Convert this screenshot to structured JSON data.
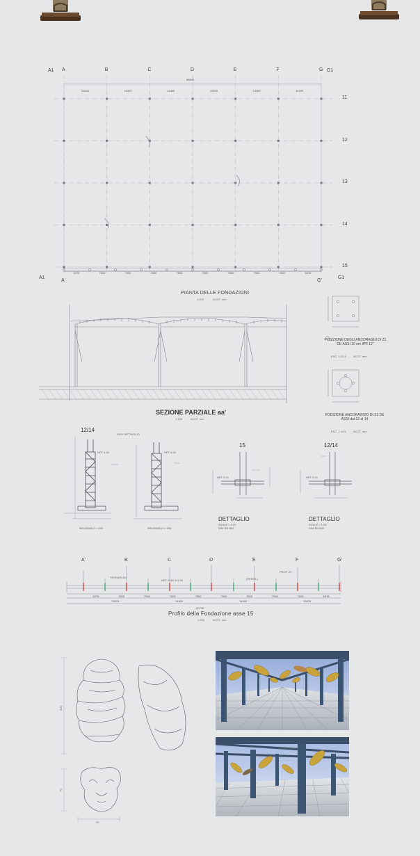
{
  "plan": {
    "title": "PIANTA DELLE FONDAZIONI",
    "scale": "1:200",
    "units": "ACOT. mm",
    "col_labels": [
      "A",
      "B",
      "C",
      "D",
      "E",
      "F",
      "G"
    ],
    "row_labels": [
      "11",
      "12",
      "13",
      "14",
      "15"
    ],
    "corner_tl": "A1",
    "corner_tr": "G1",
    "corner_bl": "A1",
    "corner_br": "G1",
    "bottom_left_axis": "A'",
    "bottom_right_axis": "G'",
    "top_dims": [
      "14400",
      "14400",
      "14400",
      "14400",
      "14400",
      "14400"
    ],
    "bottom_dims": [
      "6978",
      "7500",
      "7500",
      "7500",
      "7500",
      "7500",
      "7500",
      "7500",
      "7500",
      "6978"
    ],
    "overall_dim": "88600"
  },
  "section": {
    "title": "SEZIONE PARZIALE aa'",
    "scale": "1:100",
    "units": "ACOT. mm"
  },
  "anchor1": {
    "caption": "POSIZIONE DEGLI ANCORAGGI DI Z1 DE ASSI 10 em IPR 12\"",
    "scale": "ESC. 1:12.5",
    "units": "ACOT. mm"
  },
  "anchor2": {
    "caption": "PODIZIONE ANCORAGGIO DI Z1 DE ASSI dal 12 al 14",
    "scale": "ESC. 1:12.5",
    "units": "ACOT. mm"
  },
  "details": {
    "label_a": "12/14",
    "label_b": "15",
    "label_c": "12/14",
    "rebar_a": "5Ø\\u00d812 L=206",
    "rebar_b": "5Ø\\u00d812 L=206",
    "note": "VEDI DETTAGLIO",
    "dettaglio_1": "DETTAGLIO",
    "dettaglio_2": "DETTAGLIO",
    "det_scale_1": "SCALE = 1:25",
    "det_units_1": "DIM EN MM",
    "det_scale_2": "SCALE = 1:25",
    "det_units_2": "DIM EN MM",
    "npt": "NPT 0.00"
  },
  "profile": {
    "title": "Profilo della Fondazione asse 15",
    "scale": "1:200",
    "units": "ACOT. mm",
    "axes": [
      "A'",
      "B",
      "C",
      "D",
      "E",
      "F",
      "G'"
    ],
    "terrain": "TERRAPLEN",
    "npt": "NPT 0.00/ 311.50",
    "perfil": "(PERFIL)",
    "prof": "PROF. Z0",
    "dims": [
      "6978",
      "7500",
      "7500",
      "7500",
      "7500",
      "7500",
      "7500",
      "7500",
      "7500",
      "6978"
    ],
    "dims2": [
      "13978",
      "14400",
      "14400",
      "13978"
    ],
    "overall": "60730"
  },
  "sketch": {
    "dim_h1": "400",
    "dim_h2": "70",
    "dim_w": "90"
  },
  "colors": {
    "paper": "#e6e7e9",
    "line": "#8a8d92",
    "render_sky": "#b9c6e8",
    "render_column": "#3c5572",
    "render_leaf": "#c9a43c",
    "render_floor": "#c9cdd2"
  },
  "clips": [
    "binder-clip-icon",
    "binder-clip-icon"
  ]
}
